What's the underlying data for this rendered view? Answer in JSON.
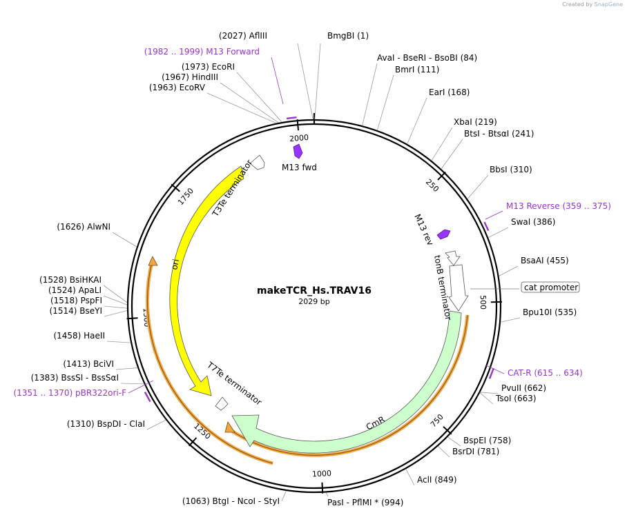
{
  "credit": {
    "prefix": "Created by",
    "brand": "SnapGene"
  },
  "map": {
    "name": "makeTCR_Hs.TRAV16",
    "length_label": "2029 bp",
    "length": 2029
  },
  "ticks": [
    {
      "pos": 250,
      "label": "250"
    },
    {
      "pos": 500,
      "label": "500"
    },
    {
      "pos": 750,
      "label": "750"
    },
    {
      "pos": 1000,
      "label": "1000"
    },
    {
      "pos": 1250,
      "label": "1250"
    },
    {
      "pos": 1500,
      "label": "1500"
    },
    {
      "pos": 1750,
      "label": "1750"
    },
    {
      "pos": 2000,
      "label": "2000"
    }
  ],
  "sites": [
    {
      "pos": 2027,
      "text": "(2027)  AflIII"
    },
    {
      "pos": 1,
      "text": "BmgBI   (1)"
    },
    {
      "pos": 84,
      "text": "AvaI  -  BseRI  -  BsoBI   (84)"
    },
    {
      "pos": 111,
      "text": "BmrI   (111)"
    },
    {
      "pos": 168,
      "text": "EarI   (168)"
    },
    {
      "pos": 219,
      "text": "XbaI   (219)"
    },
    {
      "pos": 241,
      "text": "BtsI  -  BtsαI   (241)"
    },
    {
      "pos": 310,
      "text": "BbsI   (310)"
    },
    {
      "pos": 386,
      "text": "SwaI   (386)"
    },
    {
      "pos": 455,
      "text": "BsaAI   (455)"
    },
    {
      "pos": 535,
      "text": "Bpu10I   (535)"
    },
    {
      "pos": 662,
      "text": "PvuII   (662)"
    },
    {
      "pos": 663,
      "text": "TsoI   (663)"
    },
    {
      "pos": 758,
      "text": "BspEI   (758)"
    },
    {
      "pos": 781,
      "text": "BsrDI   (781)"
    },
    {
      "pos": 849,
      "text": "AclI   (849)"
    },
    {
      "pos": 994,
      "text": "PasI  -  PflMI *   (994)"
    },
    {
      "pos": 1063,
      "text": "(1063)  BtgI  -  NcoI  -  StyI"
    },
    {
      "pos": 1310,
      "text": "(1310)  BspDI  -  ClaI"
    },
    {
      "pos": 1383,
      "text": "(1383)  BssSI  -  BssSαI"
    },
    {
      "pos": 1413,
      "text": "(1413)  BciVI"
    },
    {
      "pos": 1458,
      "text": "(1458)  HaeII"
    },
    {
      "pos": 1514,
      "text": "(1514)  BseYI"
    },
    {
      "pos": 1518,
      "text": "(1518)  PspFI"
    },
    {
      "pos": 1524,
      "text": "(1524)  ApaLI"
    },
    {
      "pos": 1528,
      "text": "(1528)  BsiHKAI"
    },
    {
      "pos": 1626,
      "text": "(1626)  AlwNI"
    },
    {
      "pos": 1963,
      "text": "(1963)  EcoRV"
    },
    {
      "pos": 1967,
      "text": "(1967)  HindIII"
    },
    {
      "pos": 1973,
      "text": "(1973)  EcoRI"
    }
  ],
  "primers": [
    {
      "start": 1982,
      "end": 1999,
      "text": "(1982 .. 1999)  M13 Forward"
    },
    {
      "start": 359,
      "end": 375,
      "text": "M13 Reverse   (359 .. 375)"
    },
    {
      "start": 615,
      "end": 634,
      "text": "CAT-R   (615 .. 634)"
    },
    {
      "start": 1351,
      "end": 1370,
      "text": "(1351 .. 1370)  pBR322ori-F"
    }
  ],
  "features": [
    {
      "name": "M13 fwd",
      "label": "M13 fwd",
      "color": "#9933ff"
    },
    {
      "name": "M13 rev",
      "label": "M13 rev",
      "color": "#9933ff"
    },
    {
      "name": "tonB terminator",
      "label": "tonB terminator",
      "color": "#ffffff"
    },
    {
      "name": "cat promoter",
      "label": "cat promoter",
      "color": "#ffffff"
    },
    {
      "name": "CmR",
      "label": "CmR",
      "color": "#ccffcc"
    },
    {
      "name": "T7Te terminator",
      "label": "T7Te terminator",
      "color": "#ffffff"
    },
    {
      "name": "ori",
      "label": "ori",
      "color": "#ffff00"
    },
    {
      "name": "T3Te terminator",
      "label": "T3Te terminator",
      "color": "#ffffff"
    }
  ],
  "colors": {
    "backbone": "#000000",
    "primer": "#9933cc",
    "cds_arc": "#f2a640",
    "cmr": "#ccffcc",
    "ori": "#ffff00",
    "m13": "#9933ff"
  }
}
